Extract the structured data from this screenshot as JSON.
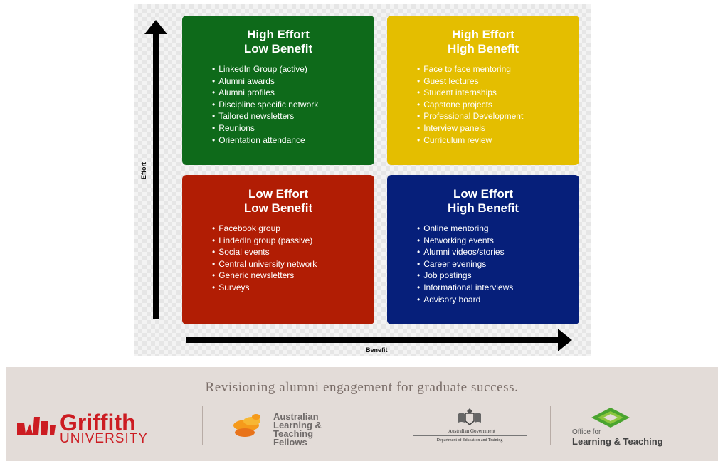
{
  "colors": {
    "q1": "#0e6a1a",
    "q2": "#e4be00",
    "q3": "#b11d04",
    "q4": "#061f7a"
  },
  "axes": {
    "y_label": "Effort",
    "x_label": "Benefit"
  },
  "quadrants": [
    {
      "title_line1": "High Effort",
      "title_line2": "Low Benefit",
      "items": [
        "LinkedIn Group (active)",
        "Alumni awards",
        "Alumni profiles",
        "Discipline specific network",
        "Tailored newsletters",
        "Reunions",
        "Orientation attendance"
      ]
    },
    {
      "title_line1": "High Effort",
      "title_line2": "High Benefit",
      "items": [
        "Face to face mentoring",
        "Guest lectures",
        "Student internships",
        "Capstone projects",
        "Professional Development",
        "Interview panels",
        "Curriculum review"
      ]
    },
    {
      "title_line1": "Low Effort",
      "title_line2": "Low Benefit",
      "items": [
        "Facebook group",
        "LindedIn group (passive)",
        "Social events",
        "Central university network",
        "Generic newsletters",
        "Surveys"
      ]
    },
    {
      "title_line1": "Low Effort",
      "title_line2": "High Benefit",
      "items": [
        "Online mentoring",
        "Networking events",
        "Alumni videos/stories",
        "Career evenings",
        "Job postings",
        "Informational interviews",
        "Advisory board"
      ]
    }
  ],
  "footer": {
    "tagline": "Revisioning alumni engagement for graduate success.",
    "griffith": {
      "name": "Griffith",
      "sub": "UNIVERSITY"
    },
    "altf": {
      "line1": "Australian",
      "line2": "Learning &",
      "line3": "Teaching",
      "line4": "Fellows"
    },
    "gov": {
      "line1": "Australian Government",
      "line2": "Department of Education and Training"
    },
    "olt": {
      "line1": "Office for",
      "line2": "Learning & Teaching"
    }
  }
}
